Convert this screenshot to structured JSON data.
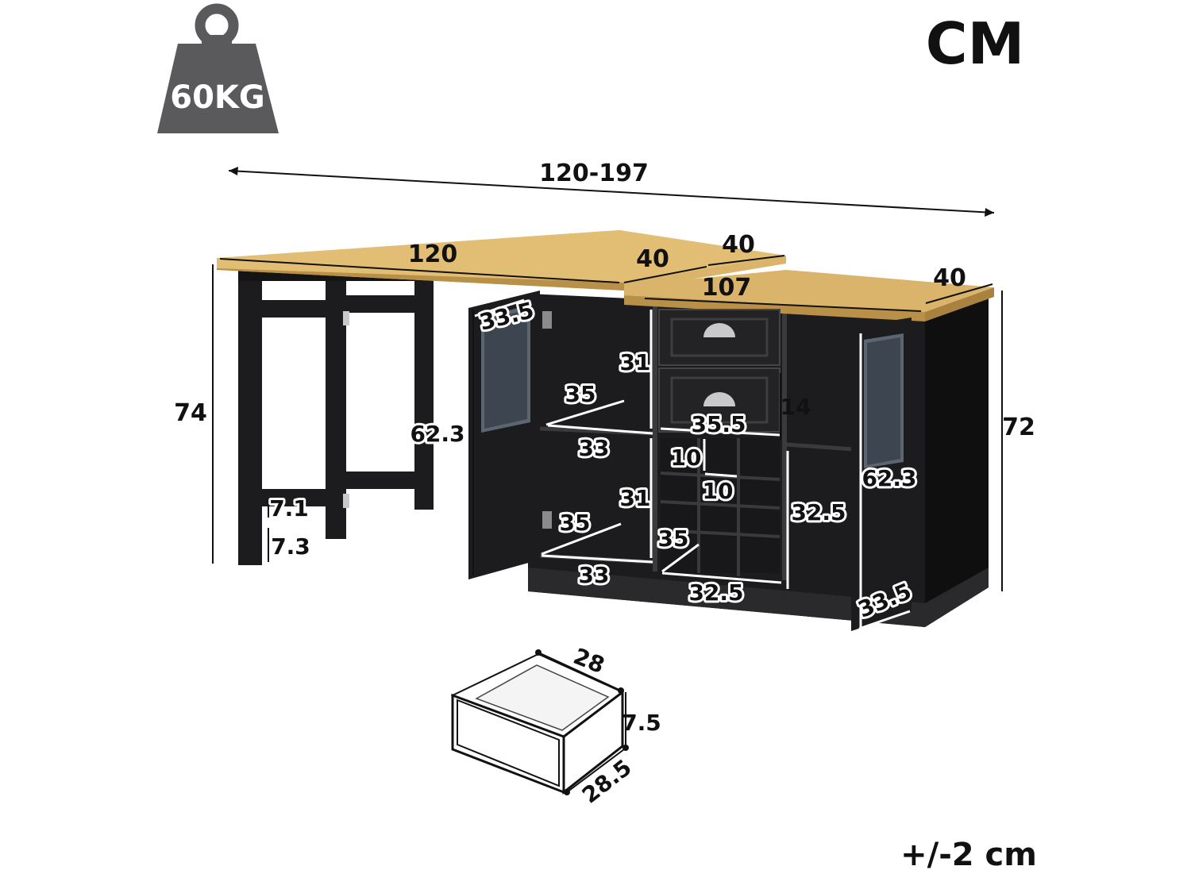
{
  "weight": {
    "label": "60KG",
    "icon": "weight-icon"
  },
  "units": "CM",
  "tolerance": "+/-2 cm",
  "colors": {
    "wood": "#d9b46a",
    "cabinet": "#1c1c1e",
    "weight_icon": "#5a5a5c"
  },
  "dimensions": {
    "total_length": "120-197",
    "desk_length": "120",
    "desk_extension_depth": "40",
    "desk_extension_width": "40",
    "cabinet_top_length": "107",
    "cabinet_top_depth": "40",
    "desk_height": "74",
    "cabinet_height": "72",
    "foot_bar_gap": "7.1",
    "foot_bar_height": "7.3",
    "left_door_depth": "33.5",
    "left_door_height": "62.3",
    "left_upper_shelf_height": "31",
    "left_upper_shelf_depth": "35",
    "left_upper_shelf_width": "33",
    "left_lower_shelf_height": "31",
    "left_lower_shelf_depth": "35",
    "left_lower_shelf_width": "33",
    "drawer_front_width": "35.5",
    "drawer_front_height": "14",
    "wine_cell_height": "10",
    "wine_cell_width": "10",
    "wine_rack_depth": "35",
    "wine_rack_width": "32.5",
    "right_compartment_height": "32.5",
    "right_door_height": "62.3",
    "right_door_depth": "33.5",
    "drawer_box_width": "28",
    "drawer_box_height": "7.5",
    "drawer_box_depth": "28.5"
  }
}
